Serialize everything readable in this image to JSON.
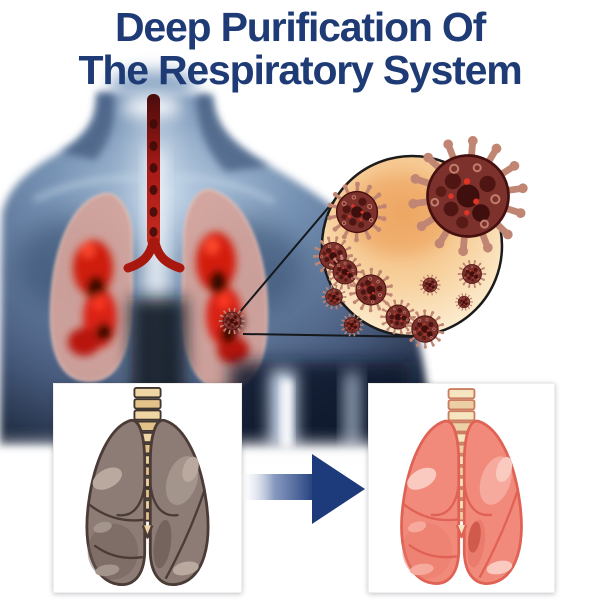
{
  "title": {
    "line1": "Deep Purification Of",
    "line2": "The Respiratory System"
  },
  "illustration": {
    "torso_label": "x-ray torso with inflamed lungs",
    "magnifier_label": "magnified virus particles",
    "before_panel_label": "damaged lungs",
    "after_panel_label": "healthy lungs",
    "arrow_label": "before-to-after arrow"
  },
  "colors": {
    "title_text": "#1f3b76",
    "arrow_navy": "#1d3a7a",
    "torso_blue": "#51749e",
    "inflamed_red": "#d92313",
    "virus_maroon": "#7d312c",
    "virus_spike": "#c08573",
    "magnifier_bg": "#f2b374",
    "damaged_lung": "#8d7c75",
    "healthy_lung": "#f28a7c",
    "trachea_cartilage": "#efd5a3",
    "card_bg": "#ffffff"
  }
}
